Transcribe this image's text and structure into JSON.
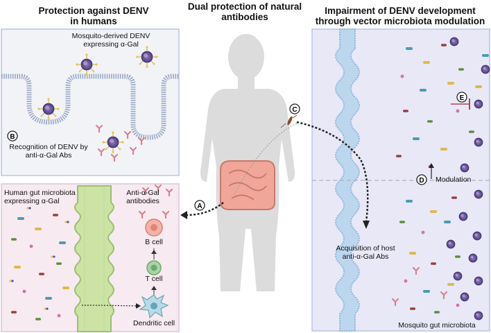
{
  "titles": {
    "left": "Protection against DENV in humans",
    "left_line1": "Protection against DENV",
    "left_line2": "in humans",
    "center_line1": "Dual protection of natural",
    "center_line2": "antibodies",
    "right_line1": "Impairment of  DENV development",
    "right_line2": "through vector microbiota modulation"
  },
  "labels": {
    "mosquito_dv_line1": "Mosquito-derived DENV",
    "mosquito_dv_line2": "expressing α-Gal",
    "recognition_line1": "Recognition of DENV by",
    "recognition_line2": "anti-α-Gal Abs",
    "gut_line1": "Human gut microbiota",
    "gut_line2": "expressing α-Gal",
    "antibodies_line1": "Anti-α-Gal",
    "antibodies_line2": "antibodies",
    "b_cell": "B cell",
    "t_cell": "T cell",
    "dendritic": "Dendritic cell",
    "acquisition_line1": "Acquisition of host",
    "acquisition_line2": "anti-α-Gal Abs",
    "modulation": "Modulation",
    "mosquito_gut": "Mosquito gut microbiota"
  },
  "markers": {
    "a": "A",
    "b": "B",
    "c": "C",
    "d": "D",
    "e": "E"
  },
  "colors": {
    "panel_border": "#b9c6e0",
    "top_left_bg": "#f1f3f7",
    "bottom_left_bg": "#f7eaf0",
    "right_bg": "#e8e8f7",
    "gut_wall": "#c7dfa0",
    "villi_blue": "#bcd6ee",
    "body_silhouette": "#dcdcdc",
    "intestine": "#f0a79a",
    "virus": "#5b4a8a",
    "antibody": "#d9808f"
  }
}
